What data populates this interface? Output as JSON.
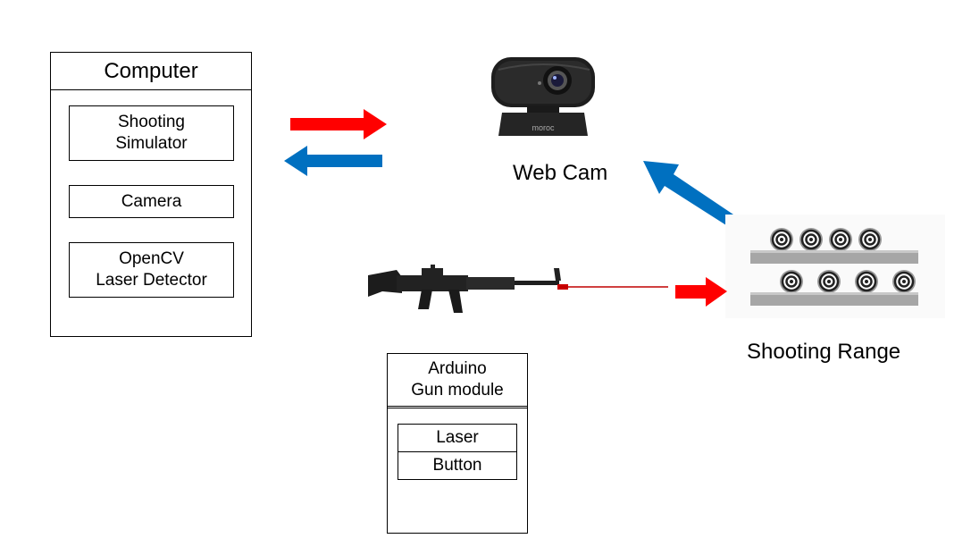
{
  "computer": {
    "title": "Computer",
    "modules": [
      "Shooting\nSimulator",
      "Camera",
      "OpenCV\nLaser Detector"
    ]
  },
  "webcam": {
    "label": "Web Cam",
    "brand": "moroc"
  },
  "range": {
    "label": "Shooting Range"
  },
  "arduino": {
    "title": "Arduino\nGun module",
    "modules": [
      "Laser",
      "Button"
    ]
  },
  "colors": {
    "red_arrow": "#ff0000",
    "blue_arrow": "#0070c0",
    "laser_beam": "#c00000"
  },
  "icons": [
    "webcam-icon",
    "rifle-icon",
    "target-icon",
    "arrow-icon"
  ]
}
